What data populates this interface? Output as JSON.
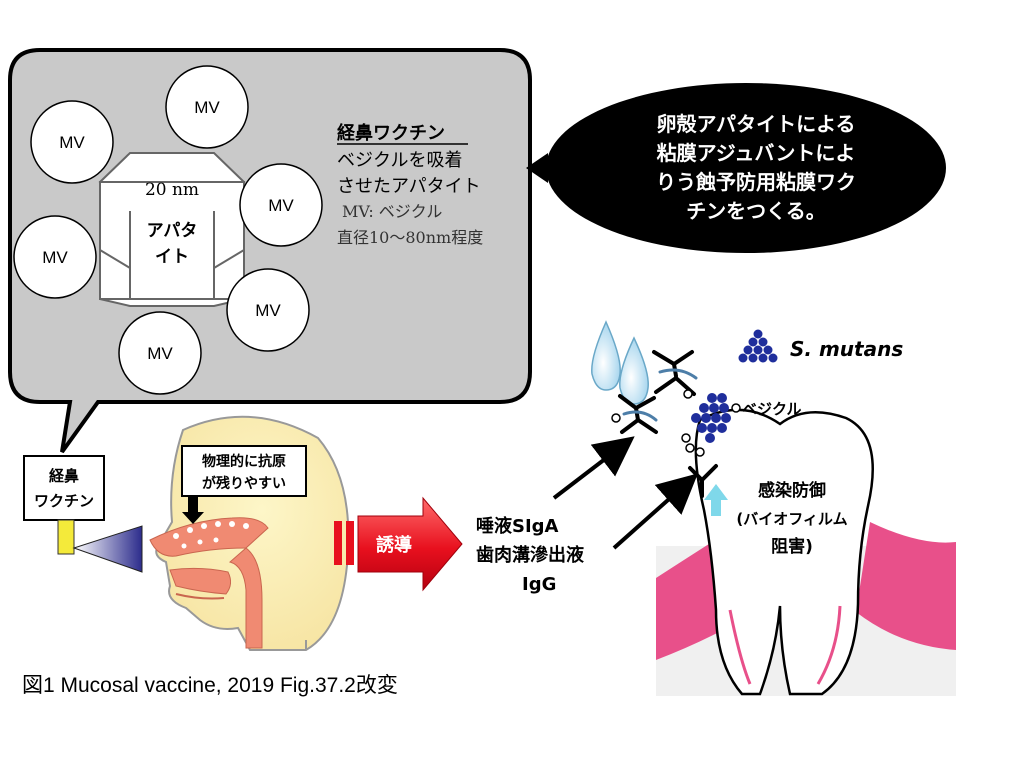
{
  "callout": {
    "vesicles": [
      "MV",
      "MV",
      "MV",
      "MV",
      "MV",
      "MV"
    ],
    "crystal_size": "20 nm",
    "crystal_label": [
      "アパタ",
      "イト"
    ],
    "title": "経鼻ワクチン",
    "desc": [
      "ベジクルを吸着",
      "させたアパタイト"
    ],
    "note": [
      "MV: ベジクル",
      "直径10〜80nm程度"
    ]
  },
  "goal_text": [
    "卵殻アパタイトによる",
    "粘膜アジュバントによ",
    "りう蝕予防用粘膜ワク",
    "チンをつくる。"
  ],
  "nasal_label": [
    "経鼻",
    "ワクチン"
  ],
  "head_note": [
    "物理的に抗原",
    "が残りやすい"
  ],
  "induce_label": "誘導",
  "antibodies": [
    "唾液SIgA",
    "歯肉溝滲出液",
    "IgG"
  ],
  "bacteria_label": "S. mutans",
  "vesicle_label": "ベジクル",
  "defense": [
    "感染防御",
    "(バイオフィルム",
    "阻害)"
  ],
  "caption": "図1 Mucosal vaccine, 2019 Fig.37.2改変",
  "colors": {
    "callout_fill": "#c9c9c9",
    "goal_fill": "#000000",
    "arrow_red": "#e8101e",
    "gum_pink": "#e8508a",
    "bacteria_blue": "#1f2e9c",
    "droplet_blue": "#bfe2f2",
    "nasal_pink": "#f08a72",
    "cyan_arrow": "#7fd8ea"
  }
}
